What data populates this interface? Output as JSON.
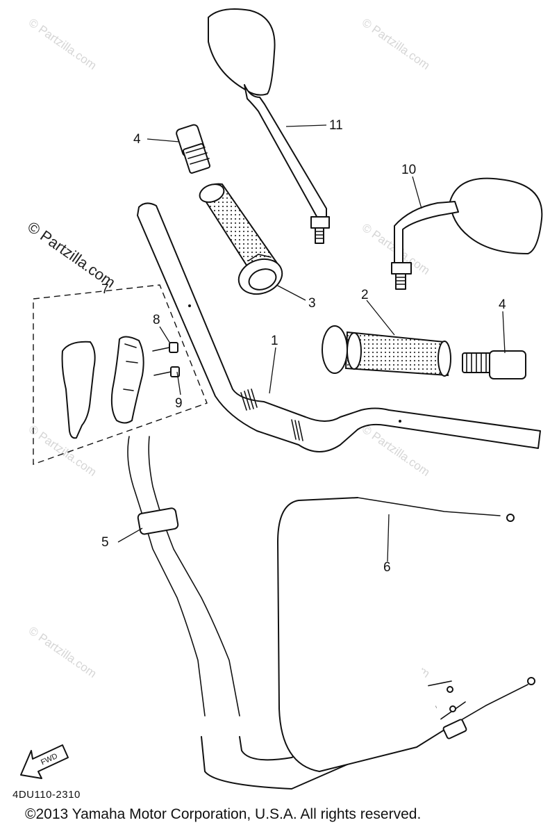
{
  "callouts": {
    "c1": "1",
    "c2": "2",
    "c3": "3",
    "c4a": "4",
    "c4b": "4",
    "c5": "5",
    "c6": "6",
    "c7": "7",
    "c8": "8",
    "c9": "9",
    "c10": "10",
    "c11": "11"
  },
  "watermarks": {
    "small": "© Partzilla.com",
    "large": "© Partzilla.com"
  },
  "fwd_label": "FWD",
  "diagram_code": "4DU110-2310",
  "copyright": "©2013  Yamaha Motor Corporation, U.S.A. All rights reserved."
}
